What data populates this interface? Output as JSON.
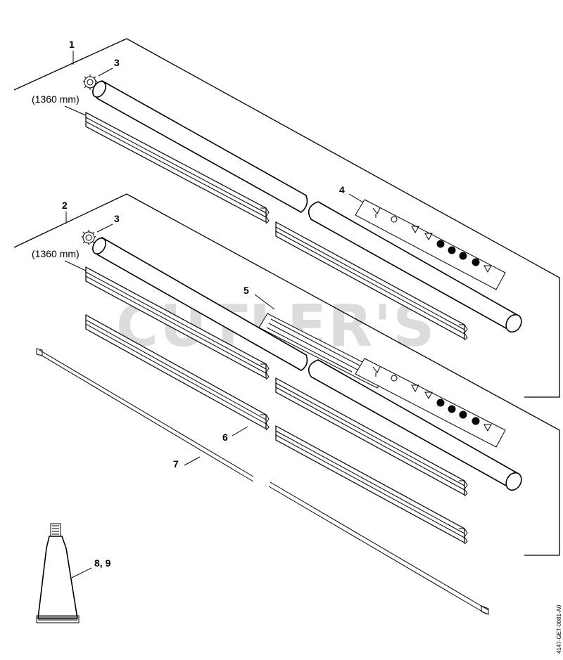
{
  "diagram": {
    "callouts": {
      "c1": "1",
      "c2": "2",
      "c3a": "3",
      "c3b": "3",
      "c4": "4",
      "c5": "5",
      "c6": "6",
      "c7": "7",
      "c89": "8, 9"
    },
    "dimension_top": "(1360 mm)",
    "dimension_bottom": "(1360 mm)",
    "watermark": "CUTLER'S",
    "drawing_code": "4147-GET-0081-A0"
  }
}
